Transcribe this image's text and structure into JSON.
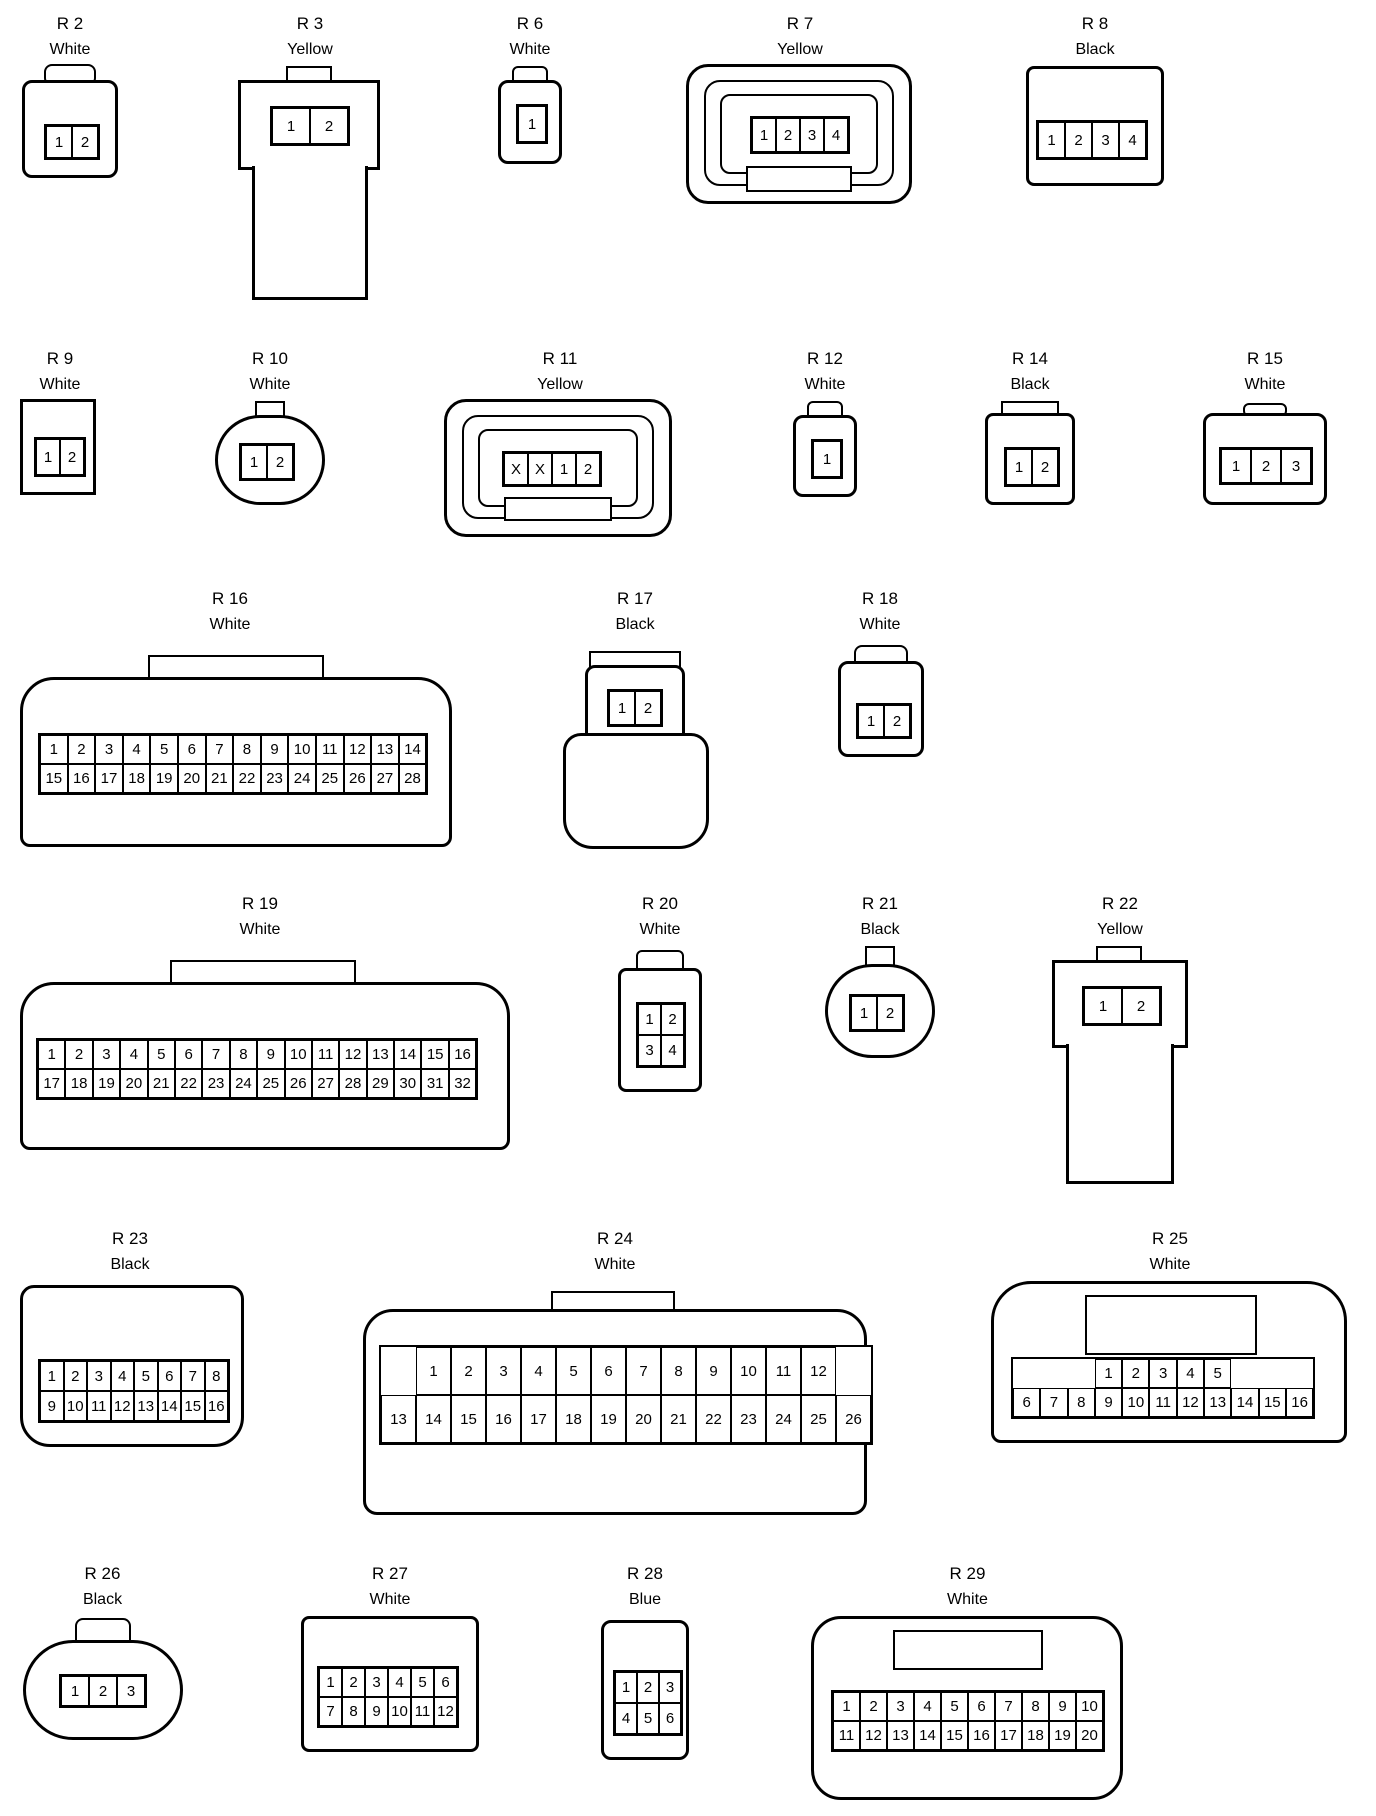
{
  "connectors": [
    {
      "id": "R2",
      "code": "R 2",
      "color": "White",
      "rows": [
        [
          "1",
          "2"
        ]
      ]
    },
    {
      "id": "R3",
      "code": "R 3",
      "color": "Yellow",
      "rows": [
        [
          "1",
          "2"
        ]
      ]
    },
    {
      "id": "R6",
      "code": "R 6",
      "color": "White",
      "rows": [
        [
          "1"
        ]
      ]
    },
    {
      "id": "R7",
      "code": "R 7",
      "color": "Yellow",
      "rows": [
        [
          "1",
          "2",
          "3",
          "4"
        ]
      ]
    },
    {
      "id": "R8",
      "code": "R 8",
      "color": "Black",
      "rows": [
        [
          "1",
          "2",
          "3",
          "4"
        ]
      ]
    },
    {
      "id": "R9",
      "code": "R 9",
      "color": "White",
      "rows": [
        [
          "1",
          "2"
        ]
      ]
    },
    {
      "id": "R10",
      "code": "R 10",
      "color": "White",
      "rows": [
        [
          "1",
          "2"
        ]
      ]
    },
    {
      "id": "R11",
      "code": "R 11",
      "color": "Yellow",
      "rows": [
        [
          "X",
          "X",
          "1",
          "2"
        ]
      ]
    },
    {
      "id": "R12",
      "code": "R 12",
      "color": "White",
      "rows": [
        [
          "1"
        ]
      ]
    },
    {
      "id": "R14",
      "code": "R 14",
      "color": "Black",
      "rows": [
        [
          "1",
          "2"
        ]
      ]
    },
    {
      "id": "R15",
      "code": "R 15",
      "color": "White",
      "rows": [
        [
          "1",
          "2",
          "3"
        ]
      ]
    },
    {
      "id": "R16",
      "code": "R 16",
      "color": "White",
      "rows": [
        [
          "1",
          "2",
          "3",
          "4",
          "5",
          "6",
          "7",
          "8",
          "9",
          "10",
          "11",
          "12",
          "13",
          "14"
        ],
        [
          "15",
          "16",
          "17",
          "18",
          "19",
          "20",
          "21",
          "22",
          "23",
          "24",
          "25",
          "26",
          "27",
          "28"
        ]
      ]
    },
    {
      "id": "R17",
      "code": "R 17",
      "color": "Black",
      "rows": [
        [
          "1",
          "2"
        ]
      ]
    },
    {
      "id": "R18",
      "code": "R 18",
      "color": "White",
      "rows": [
        [
          "1",
          "2"
        ]
      ]
    },
    {
      "id": "R19",
      "code": "R 19",
      "color": "White",
      "rows": [
        [
          "1",
          "2",
          "3",
          "4",
          "5",
          "6",
          "7",
          "8",
          "9",
          "10",
          "11",
          "12",
          "13",
          "14",
          "15",
          "16"
        ],
        [
          "17",
          "18",
          "19",
          "20",
          "21",
          "22",
          "23",
          "24",
          "25",
          "26",
          "27",
          "28",
          "29",
          "30",
          "31",
          "32"
        ]
      ]
    },
    {
      "id": "R20",
      "code": "R 20",
      "color": "White",
      "rows": [
        [
          "1",
          "2"
        ],
        [
          "3",
          "4"
        ]
      ]
    },
    {
      "id": "R21",
      "code": "R 21",
      "color": "Black",
      "rows": [
        [
          "1",
          "2"
        ]
      ]
    },
    {
      "id": "R22",
      "code": "R 22",
      "color": "Yellow",
      "rows": [
        [
          "1",
          "2"
        ]
      ]
    },
    {
      "id": "R23",
      "code": "R 23",
      "color": "Black",
      "rows": [
        [
          "1",
          "2",
          "3",
          "4",
          "5",
          "6",
          "7",
          "8"
        ],
        [
          "9",
          "10",
          "11",
          "12",
          "13",
          "14",
          "15",
          "16"
        ]
      ]
    },
    {
      "id": "R24",
      "code": "R 24",
      "color": "White",
      "rows": [
        [
          "1",
          "2",
          "3",
          "4",
          "5",
          "6",
          "7",
          "8",
          "9",
          "10",
          "11",
          "12"
        ],
        [
          "13",
          "14",
          "15",
          "16",
          "17",
          "18",
          "19",
          "20",
          "21",
          "22",
          "23",
          "24",
          "25",
          "26"
        ]
      ]
    },
    {
      "id": "R25",
      "code": "R 25",
      "color": "White",
      "rows": [
        [
          "1",
          "2",
          "3",
          "4",
          "5"
        ],
        [
          "6",
          "7",
          "8",
          "9",
          "10",
          "11",
          "12",
          "13",
          "14",
          "15",
          "16"
        ]
      ]
    },
    {
      "id": "R26",
      "code": "R 26",
      "color": "Black",
      "rows": [
        [
          "1",
          "2",
          "3"
        ]
      ]
    },
    {
      "id": "R27",
      "code": "R 27",
      "color": "White",
      "rows": [
        [
          "1",
          "2",
          "3",
          "4",
          "5",
          "6"
        ],
        [
          "7",
          "8",
          "9",
          "10",
          "11",
          "12"
        ]
      ]
    },
    {
      "id": "R28",
      "code": "R 28",
      "color": "Blue",
      "rows": [
        [
          "1",
          "2",
          "3"
        ],
        [
          "4",
          "5",
          "6"
        ]
      ]
    },
    {
      "id": "R29",
      "code": "R 29",
      "color": "White",
      "rows": [
        [
          "1",
          "2",
          "3",
          "4",
          "5",
          "6",
          "7",
          "8",
          "9",
          "10"
        ],
        [
          "11",
          "12",
          "13",
          "14",
          "15",
          "16",
          "17",
          "18",
          "19",
          "20"
        ]
      ]
    }
  ]
}
